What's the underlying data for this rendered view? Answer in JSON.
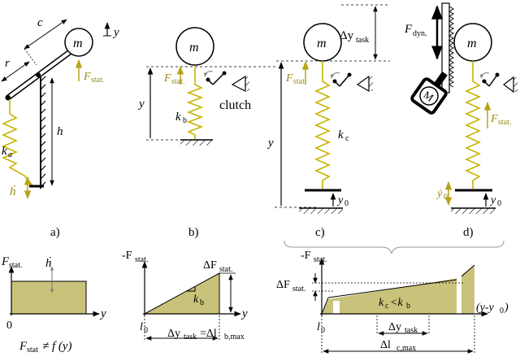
{
  "labels": {
    "c": "c",
    "r": "r",
    "h": "h",
    "ka": "k",
    "ka_sub": "a",
    "hdot": "ḣ",
    "m": "m",
    "y": "y",
    "Fstat_F": "F",
    "Fstat_sub": "stat.",
    "kb_k": "k",
    "kb_sub": "b",
    "clutch": "clutch",
    "kc_k": "k",
    "kc_sub": "c",
    "dy": "Δy",
    "dy_sub": "task",
    "y0": "y",
    "y0_sub": "0",
    "Fdyn_F": "F",
    "Fdyn_sub": "dyn.",
    "motor": "M",
    "y0dot": "ẏ",
    "y0dot_sub": "0"
  },
  "panels": [
    "a)",
    "b)",
    "c)",
    "d)"
  ],
  "plot_a": {
    "ylabel_F": "F",
    "ylabel_sub": "stat.",
    "hdot": "ḣ",
    "xlabel": "y",
    "origin": "0",
    "caption_pre": "F",
    "caption_sub": "stat",
    "caption_post": "≠ f (y)"
  },
  "plot_b": {
    "ylabel_pre": "-F",
    "ylabel_sub": "stat.",
    "dF": "ΔF",
    "dF_sub": "stat.",
    "kb_k": "k",
    "kb_sub": "b",
    "xlabel": "y",
    "l0": "l",
    "l0_sub": "0",
    "dy": "Δy",
    "dy_sub": "task",
    "eq": "=Δl",
    "eq_sub": "b,max"
  },
  "plot_c": {
    "ylabel_pre": "-F",
    "ylabel_sub": "stat.",
    "dF": "ΔF",
    "dF_sub": "stat.",
    "kc_rel": "k",
    "kc_sub1": "c",
    "kc_lt": "<k",
    "kc_sub2": "b",
    "xlabel": "(y-y",
    "xlabel_sub": "0",
    "xlabel_end": ")",
    "l0": "l",
    "l0_sub": "0",
    "dy": "Δy",
    "dy_sub": "task",
    "dl": "Δl",
    "dl_sub": "c,max"
  },
  "colors": {
    "spring": "#c8b400",
    "fill": "#c9c27a",
    "arrow_gold": "#b8a21a",
    "ink": "#000000"
  }
}
